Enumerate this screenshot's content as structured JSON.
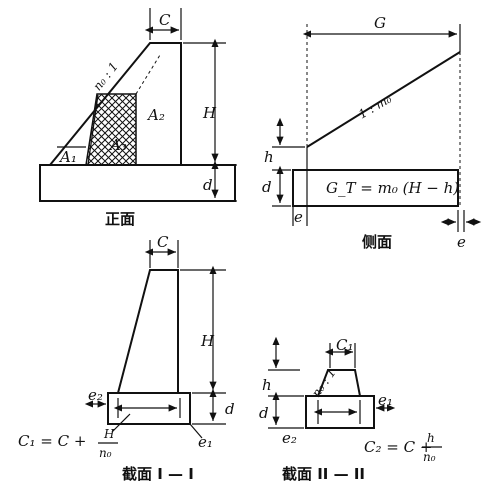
{
  "front": {
    "caption": "正面",
    "labels": {
      "C": "C",
      "H": "H",
      "d": "d",
      "slope": "n₀ : 1",
      "A1": "A₁",
      "A2": "A₂",
      "A3": "A₃"
    }
  },
  "side": {
    "caption": "侧面",
    "labels": {
      "G": "G",
      "h": "h",
      "d": "d",
      "e_left": "e",
      "e_right": "e",
      "slope": "1 : m₀",
      "formula": "G_T = m₀ (H − h)"
    }
  },
  "section1": {
    "caption": "截面 I — I",
    "labels": {
      "C": "C",
      "H": "H",
      "d": "d",
      "e2": "e₂",
      "e1": "e₁",
      "formula_lhs": "C₁ = C +",
      "formula_num": "H",
      "formula_den": "n₀"
    }
  },
  "section2": {
    "caption": "截面 II — II",
    "labels": {
      "C1": "C₁",
      "h": "h",
      "d": "d",
      "slope": "n₀ : 1",
      "e2": "e₂",
      "e1": "e₁",
      "formula_lhs": "C₂ = C +",
      "formula_num": "h",
      "formula_den": "n₀"
    }
  }
}
